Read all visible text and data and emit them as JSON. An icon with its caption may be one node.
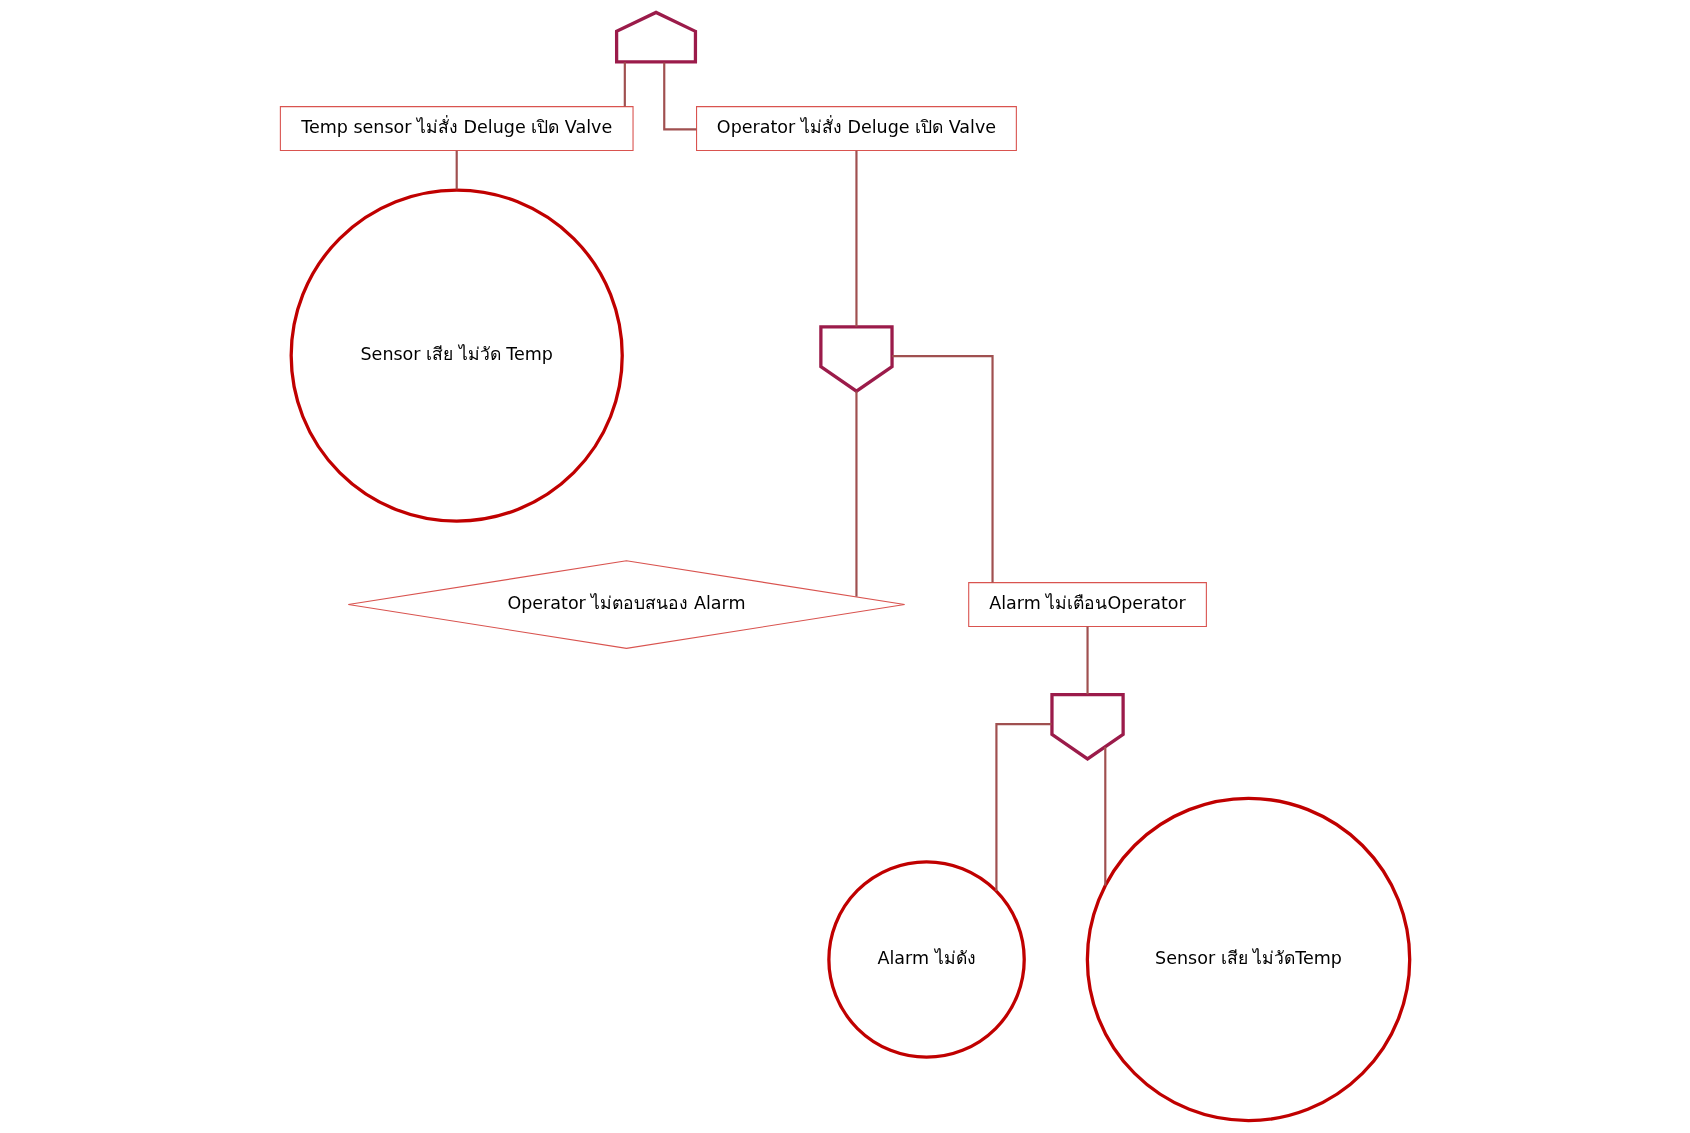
{
  "diagram": {
    "nodes": [
      {
        "text": [],
        "shape": "dome"
      },
      {
        "text": [
          "Temp sensor ไม่สั่ง Deluge เปิด Valve"
        ]
      },
      {
        "text": [
          "Operator ไม่สั่ง Deluge เปิด Valve"
        ]
      },
      {
        "text": [
          "Sensor เสีย ไม่วัด Temp"
        ]
      },
      {
        "text": [],
        "shape": "shield"
      },
      {
        "text": [
          "Operator ไม่ตอบสนอง Alarm"
        ]
      },
      {
        "text": [
          "Alarm ไม่เตือนOperator"
        ]
      },
      {
        "text": [],
        "shape": "shield"
      },
      {
        "text": [
          "Alarm ไม่ดัง"
        ]
      },
      {
        "text": [
          "Sensor เสีย ไม่วัดTemp"
        ]
      }
    ],
    "edges": [
      {
        "from": 0,
        "to": 1,
        "arrow": "none"
      },
      {
        "from": 0,
        "to": 2,
        "arrow": "none"
      },
      {
        "from": 1,
        "to": 3,
        "arrow": "none"
      },
      {
        "from": 2,
        "to": 4,
        "arrow": "none"
      },
      {
        "from": 4,
        "to": 5,
        "arrow": "none"
      },
      {
        "from": 4,
        "to": 6,
        "arrow": "none"
      },
      {
        "from": 6,
        "to": 7,
        "arrow": "none"
      },
      {
        "from": 7,
        "to": 8,
        "arrow": "none"
      },
      {
        "from": 7,
        "to": 9,
        "arrow": "none"
      }
    ]
  }
}
